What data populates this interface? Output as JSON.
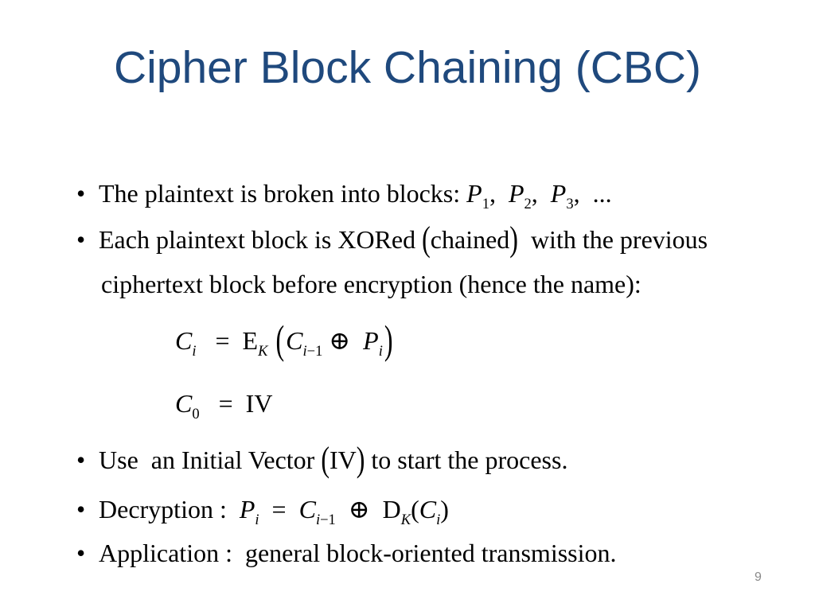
{
  "slide": {
    "title": "Cipher Block Chaining (CBC)",
    "page_number": "9",
    "bullet_glyph": "•",
    "colors": {
      "background": "#ffffff",
      "title_blue": "#1F497D",
      "body_text": "#000000",
      "page_number_gray": "#8a8a8a"
    }
  },
  "content": {
    "bullet1": {
      "tokens": [
        {
          "s": "n",
          "v": "The plaintext is broken into blocks: "
        },
        {
          "s": "i",
          "v": "P"
        },
        {
          "s": "sub",
          "v": "1"
        },
        {
          "s": "n",
          "v": ",  "
        },
        {
          "s": "i",
          "v": "P"
        },
        {
          "s": "sub",
          "v": "2"
        },
        {
          "s": "n",
          "v": ",  "
        },
        {
          "s": "i",
          "v": "P"
        },
        {
          "s": "sub",
          "v": "3"
        },
        {
          "s": "n",
          "v": ",  ..."
        }
      ]
    },
    "bullet2_line1": {
      "tokens": [
        {
          "s": "n",
          "v": "Each plaintext block is XORed "
        },
        {
          "s": "big",
          "v": "("
        },
        {
          "s": "n",
          "v": "chained"
        },
        {
          "s": "big",
          "v": ")"
        },
        {
          "s": "n",
          "v": "  with the previous"
        }
      ]
    },
    "bullet2_line2": {
      "tokens": [
        {
          "s": "n",
          "v": "ciphertext block before encryption (hence the name):"
        }
      ]
    },
    "formula1": {
      "tokens": [
        {
          "s": "i",
          "v": "C"
        },
        {
          "s": "isub",
          "v": "i"
        },
        {
          "s": "n",
          "v": "   =  E"
        },
        {
          "s": "isub",
          "v": "K"
        },
        {
          "s": "n",
          "v": " "
        },
        {
          "s": "big2",
          "v": "("
        },
        {
          "s": "i",
          "v": "C"
        },
        {
          "s": "isub",
          "v": "i"
        },
        {
          "s": "sub",
          "v": "−1"
        },
        {
          "s": "n",
          "v": " ⊕  "
        },
        {
          "s": "i",
          "v": "P"
        },
        {
          "s": "isub",
          "v": "i"
        },
        {
          "s": "big2",
          "v": ")"
        }
      ]
    },
    "formula2": {
      "tokens": [
        {
          "s": "i",
          "v": "C"
        },
        {
          "s": "sub",
          "v": "0"
        },
        {
          "s": "n",
          "v": "   =  IV"
        }
      ]
    },
    "bullet3": {
      "tokens": [
        {
          "s": "n",
          "v": "Use  an Initial Vector "
        },
        {
          "s": "big",
          "v": "("
        },
        {
          "s": "n",
          "v": "IV"
        },
        {
          "s": "big",
          "v": ")"
        },
        {
          "s": "n",
          "v": " to start the process."
        }
      ]
    },
    "bullet4": {
      "tokens": [
        {
          "s": "n",
          "v": "Decryption :  "
        },
        {
          "s": "i",
          "v": "P"
        },
        {
          "s": "isub",
          "v": "i"
        },
        {
          "s": "n",
          "v": "  =  "
        },
        {
          "s": "i",
          "v": "C"
        },
        {
          "s": "isub",
          "v": "i"
        },
        {
          "s": "sub",
          "v": "−1"
        },
        {
          "s": "n",
          "v": "  ⊕  D"
        },
        {
          "s": "isub",
          "v": "K"
        },
        {
          "s": "n",
          "v": "("
        },
        {
          "s": "i",
          "v": "C"
        },
        {
          "s": "isub",
          "v": "i"
        },
        {
          "s": "n",
          "v": ")"
        }
      ]
    },
    "bullet5": {
      "tokens": [
        {
          "s": "n",
          "v": "Application :  general block-oriented transmission."
        }
      ]
    }
  }
}
